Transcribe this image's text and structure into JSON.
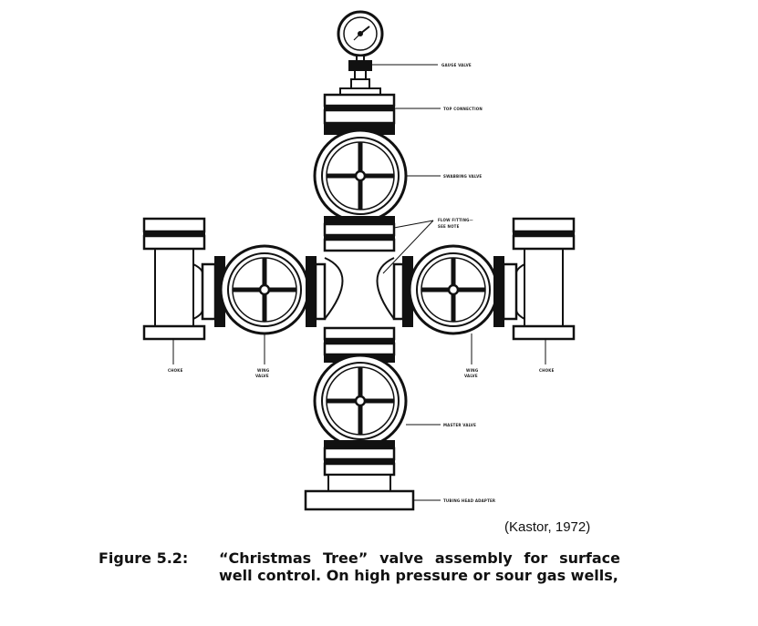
{
  "labels": {
    "gauge_valve": "GAUGE VALVE",
    "top_connection": "TOP CONNECTION",
    "swabbing_valve": "SWABBING VALVE",
    "flow_fitting_1": "FLOW FITTING—",
    "flow_fitting_2": "SEE NOTE",
    "choke_left": "CHOKE",
    "choke_right": "CHOKE",
    "wing_valve_left_1": "WING",
    "wing_valve_left_2": "VALVE",
    "wing_valve_right_1": "WING",
    "wing_valve_right_2": "VALVE",
    "master_valve": "MASTER VALVE",
    "tubing_head_adapter": "TUBING HEAD ADAPTER"
  },
  "credit": "(Kastor, 1972)",
  "caption": {
    "number": "Figure 5.2:",
    "text": "“Christmas Tree” valve assembly for surface well control. On high pressure or sour gas wells,"
  }
}
